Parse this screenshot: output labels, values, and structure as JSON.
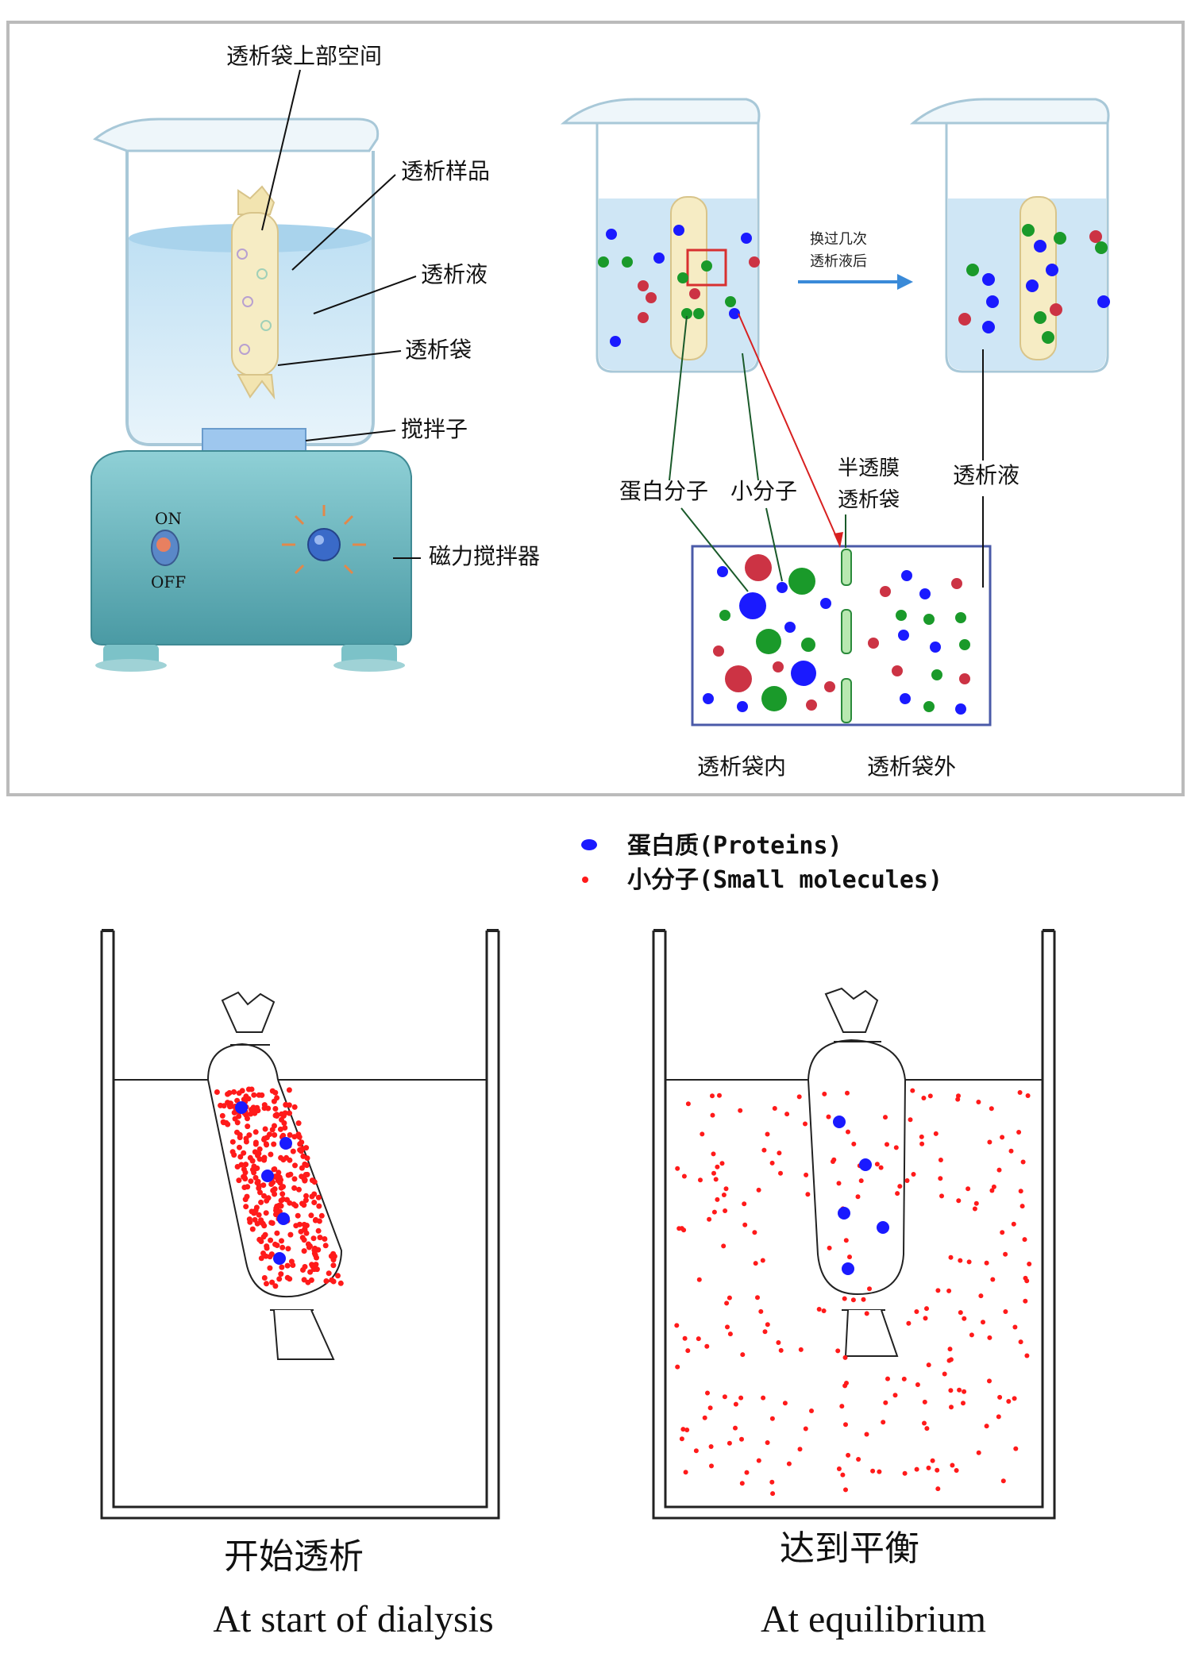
{
  "top_panel": {
    "left_labels": {
      "bag_top_space": "透析袋上部空间",
      "sample": "透析样品",
      "dialysate": "透析液",
      "bag": "透析袋",
      "stir_bar": "搅拌子",
      "stirrer": "磁力搅拌器",
      "on": "ON",
      "off": "OFF"
    },
    "right_labels": {
      "arrow_text_1": "换过几次",
      "arrow_text_2": "透析液后",
      "protein": "蛋白分子",
      "small_molecule": "小分子",
      "membrane_1": "半透膜",
      "membrane_2": "透析袋",
      "dialysate": "透析液",
      "inside_bag": "透析袋内",
      "outside_bag": "透析袋外"
    }
  },
  "legend": {
    "proteins": "蛋白质(Proteins)",
    "small_molecules": "小分子(Small molecules)"
  },
  "bottom_panel": {
    "start_cn": "开始透析",
    "start_en": "At start of dialysis",
    "equilibrium_cn": "达到平衡",
    "equilibrium_en": "At equilibrium"
  },
  "colors": {
    "protein": "#1a1aff",
    "small_molecule": "#ff1a1a",
    "green_particle": "#1a9a2a",
    "red_particle": "#cc3344",
    "stirrer_body": "#5fb0b8",
    "dialysate": "#cfe6f5"
  }
}
